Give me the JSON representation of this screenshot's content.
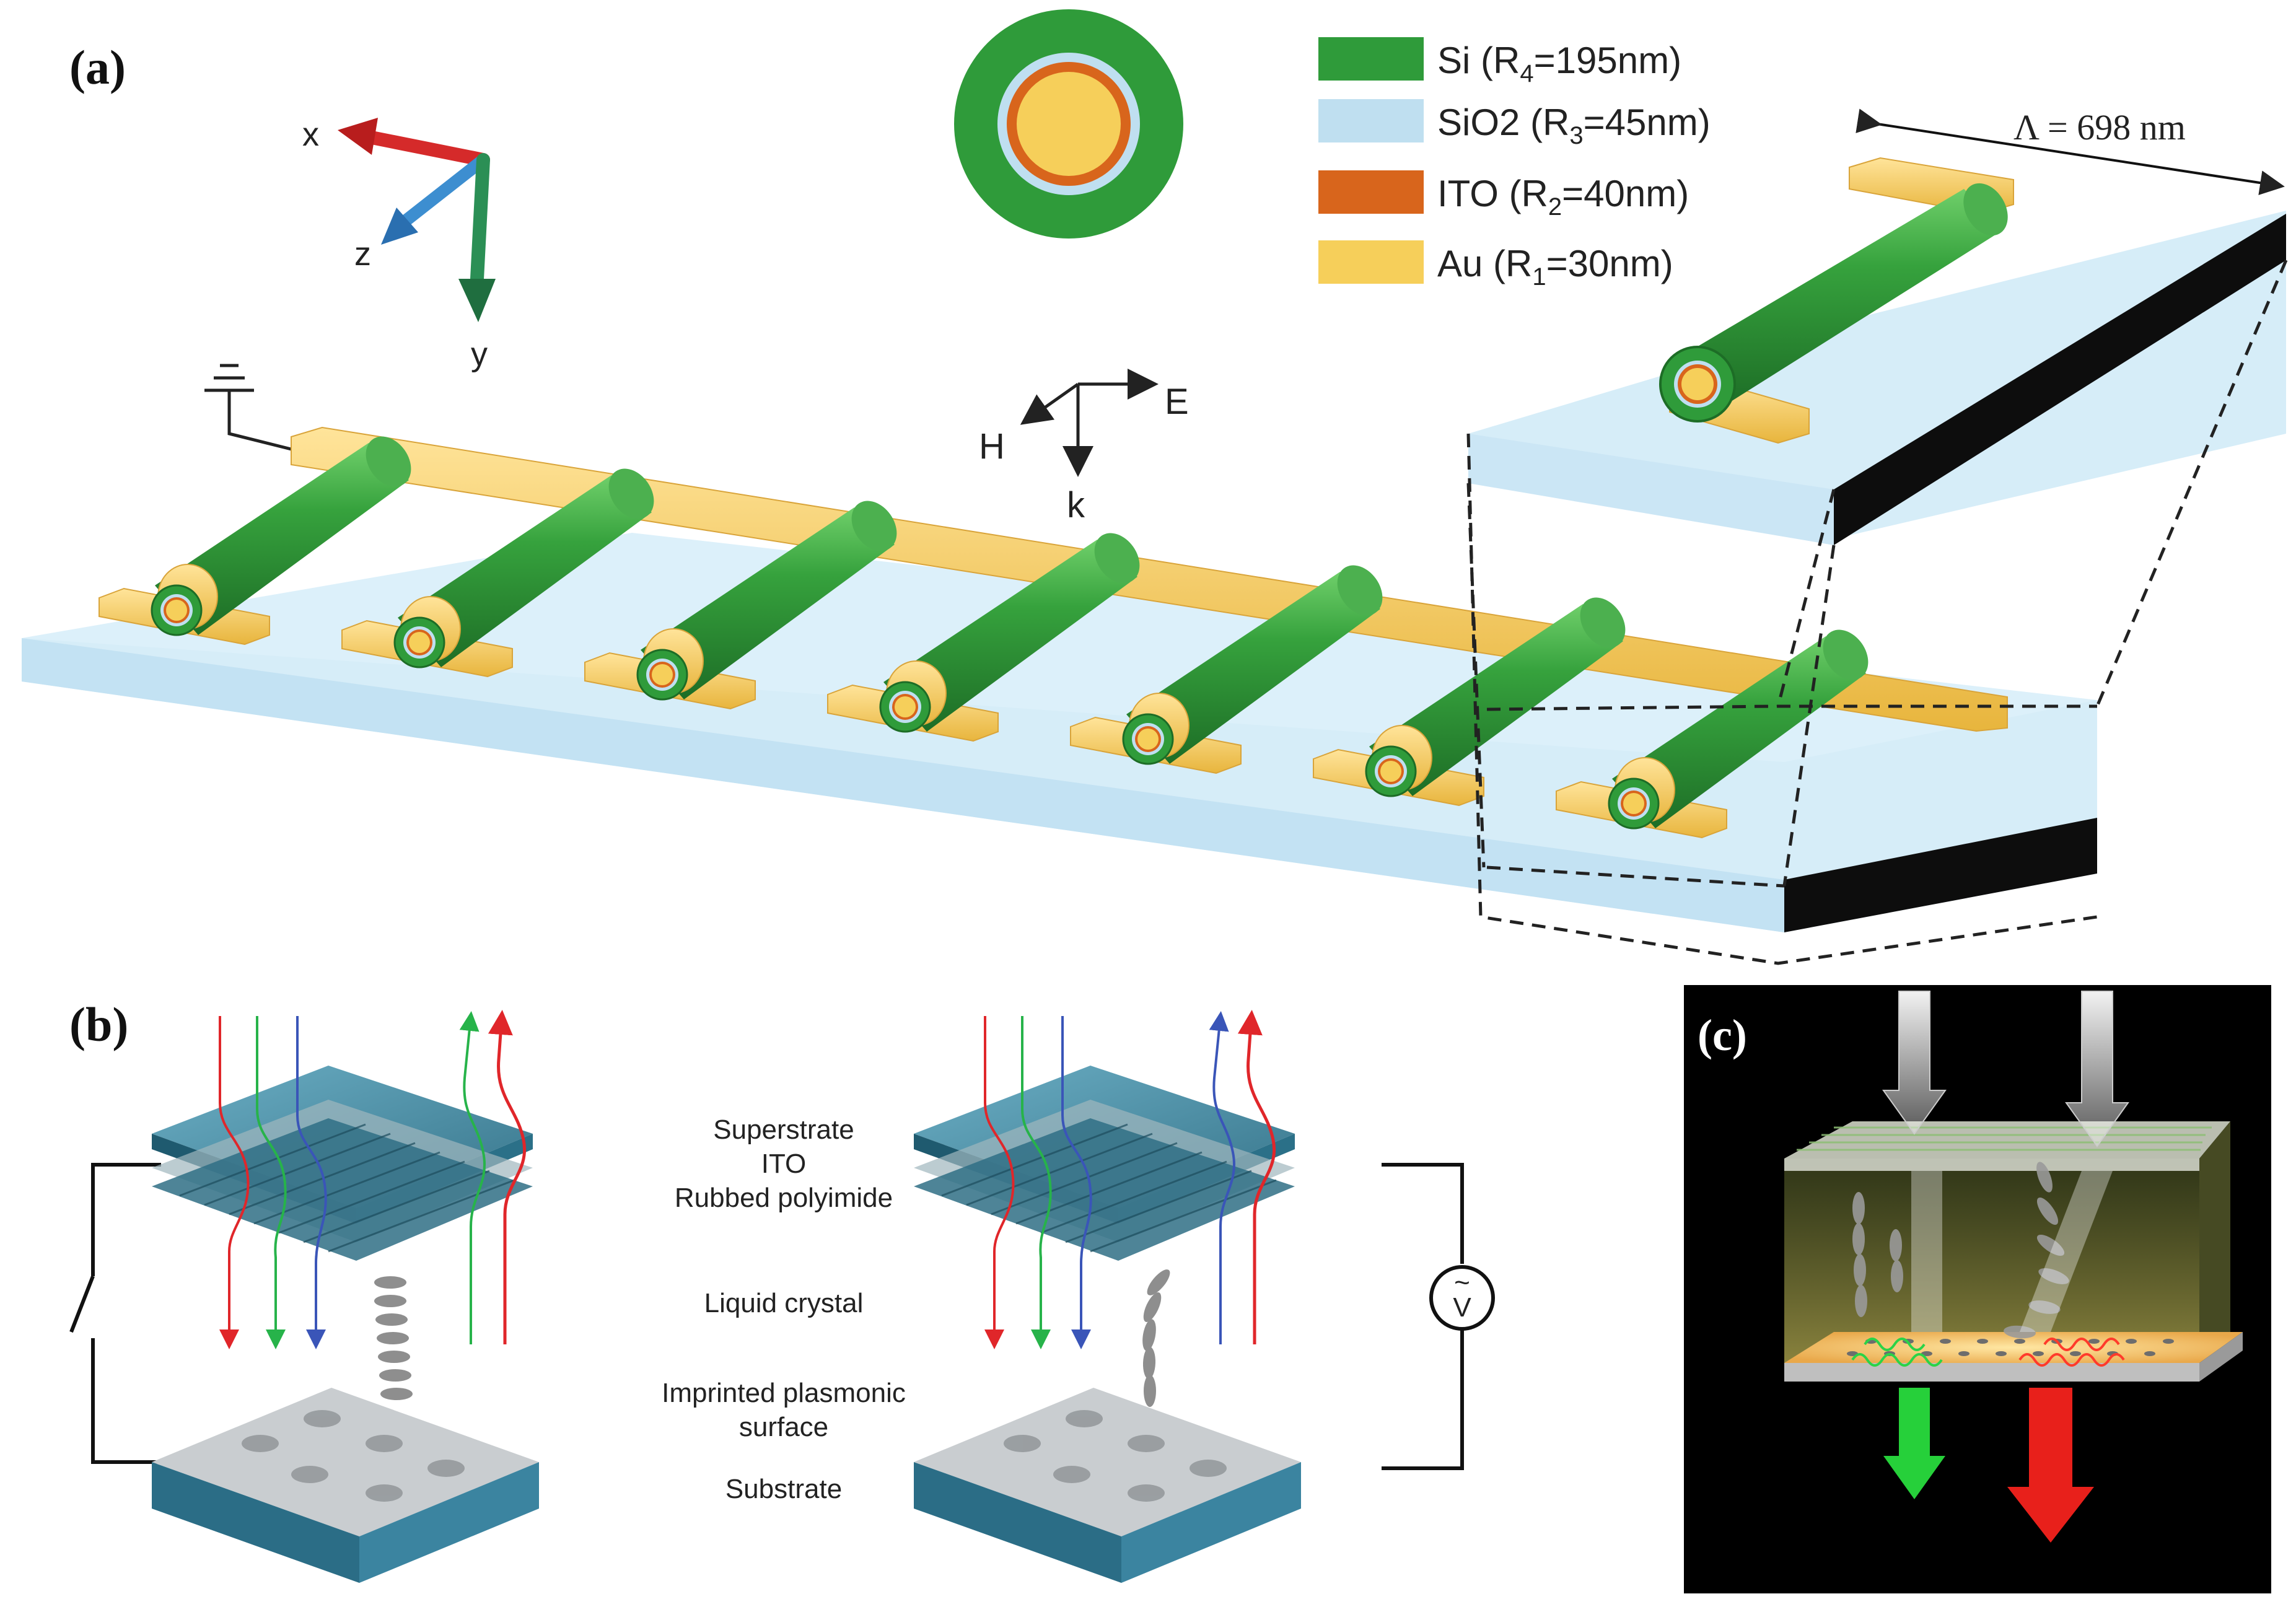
{
  "colors": {
    "si": "#2f9b3a",
    "sio2": "#bfdff0",
    "ito": "#d8651c",
    "au": "#f6cf5a",
    "substrate_top": "#d6edf8",
    "substrate_side": "#b8dcef",
    "teal": "#2f7f9a",
    "red": "#e0262a",
    "green": "#27b34a",
    "blue": "#3a55b8"
  },
  "panel_a": {
    "label": "(a)",
    "legend": [
      {
        "name": "Si",
        "radius_sub": "4",
        "value": "=195nm",
        "color": "si"
      },
      {
        "name": "SiO2",
        "radius_sub": "3",
        "value": "=45nm",
        "color": "sio2"
      },
      {
        "name": "ITO",
        "radius_sub": "2",
        "value": "=40nm",
        "color": "ito"
      },
      {
        "name": "Au",
        "radius_sub": "1",
        "value": "=30nm",
        "color": "au"
      }
    ],
    "axes": {
      "x": "x",
      "y": "y",
      "z": "z"
    },
    "field": {
      "h": "H",
      "e": "E",
      "k": "k"
    },
    "period": "Λ = 698 nm",
    "wire_count": 7
  },
  "panel_b": {
    "label": "(b)",
    "layers": [
      "Superstrate",
      "ITO",
      "Rubbed polyimide",
      "Liquid crystal",
      "Imprinted plasmonic",
      "surface",
      "Substrate"
    ],
    "source_symbol": "~",
    "source_letter": "V"
  },
  "panel_c": {
    "label": "(c)"
  }
}
